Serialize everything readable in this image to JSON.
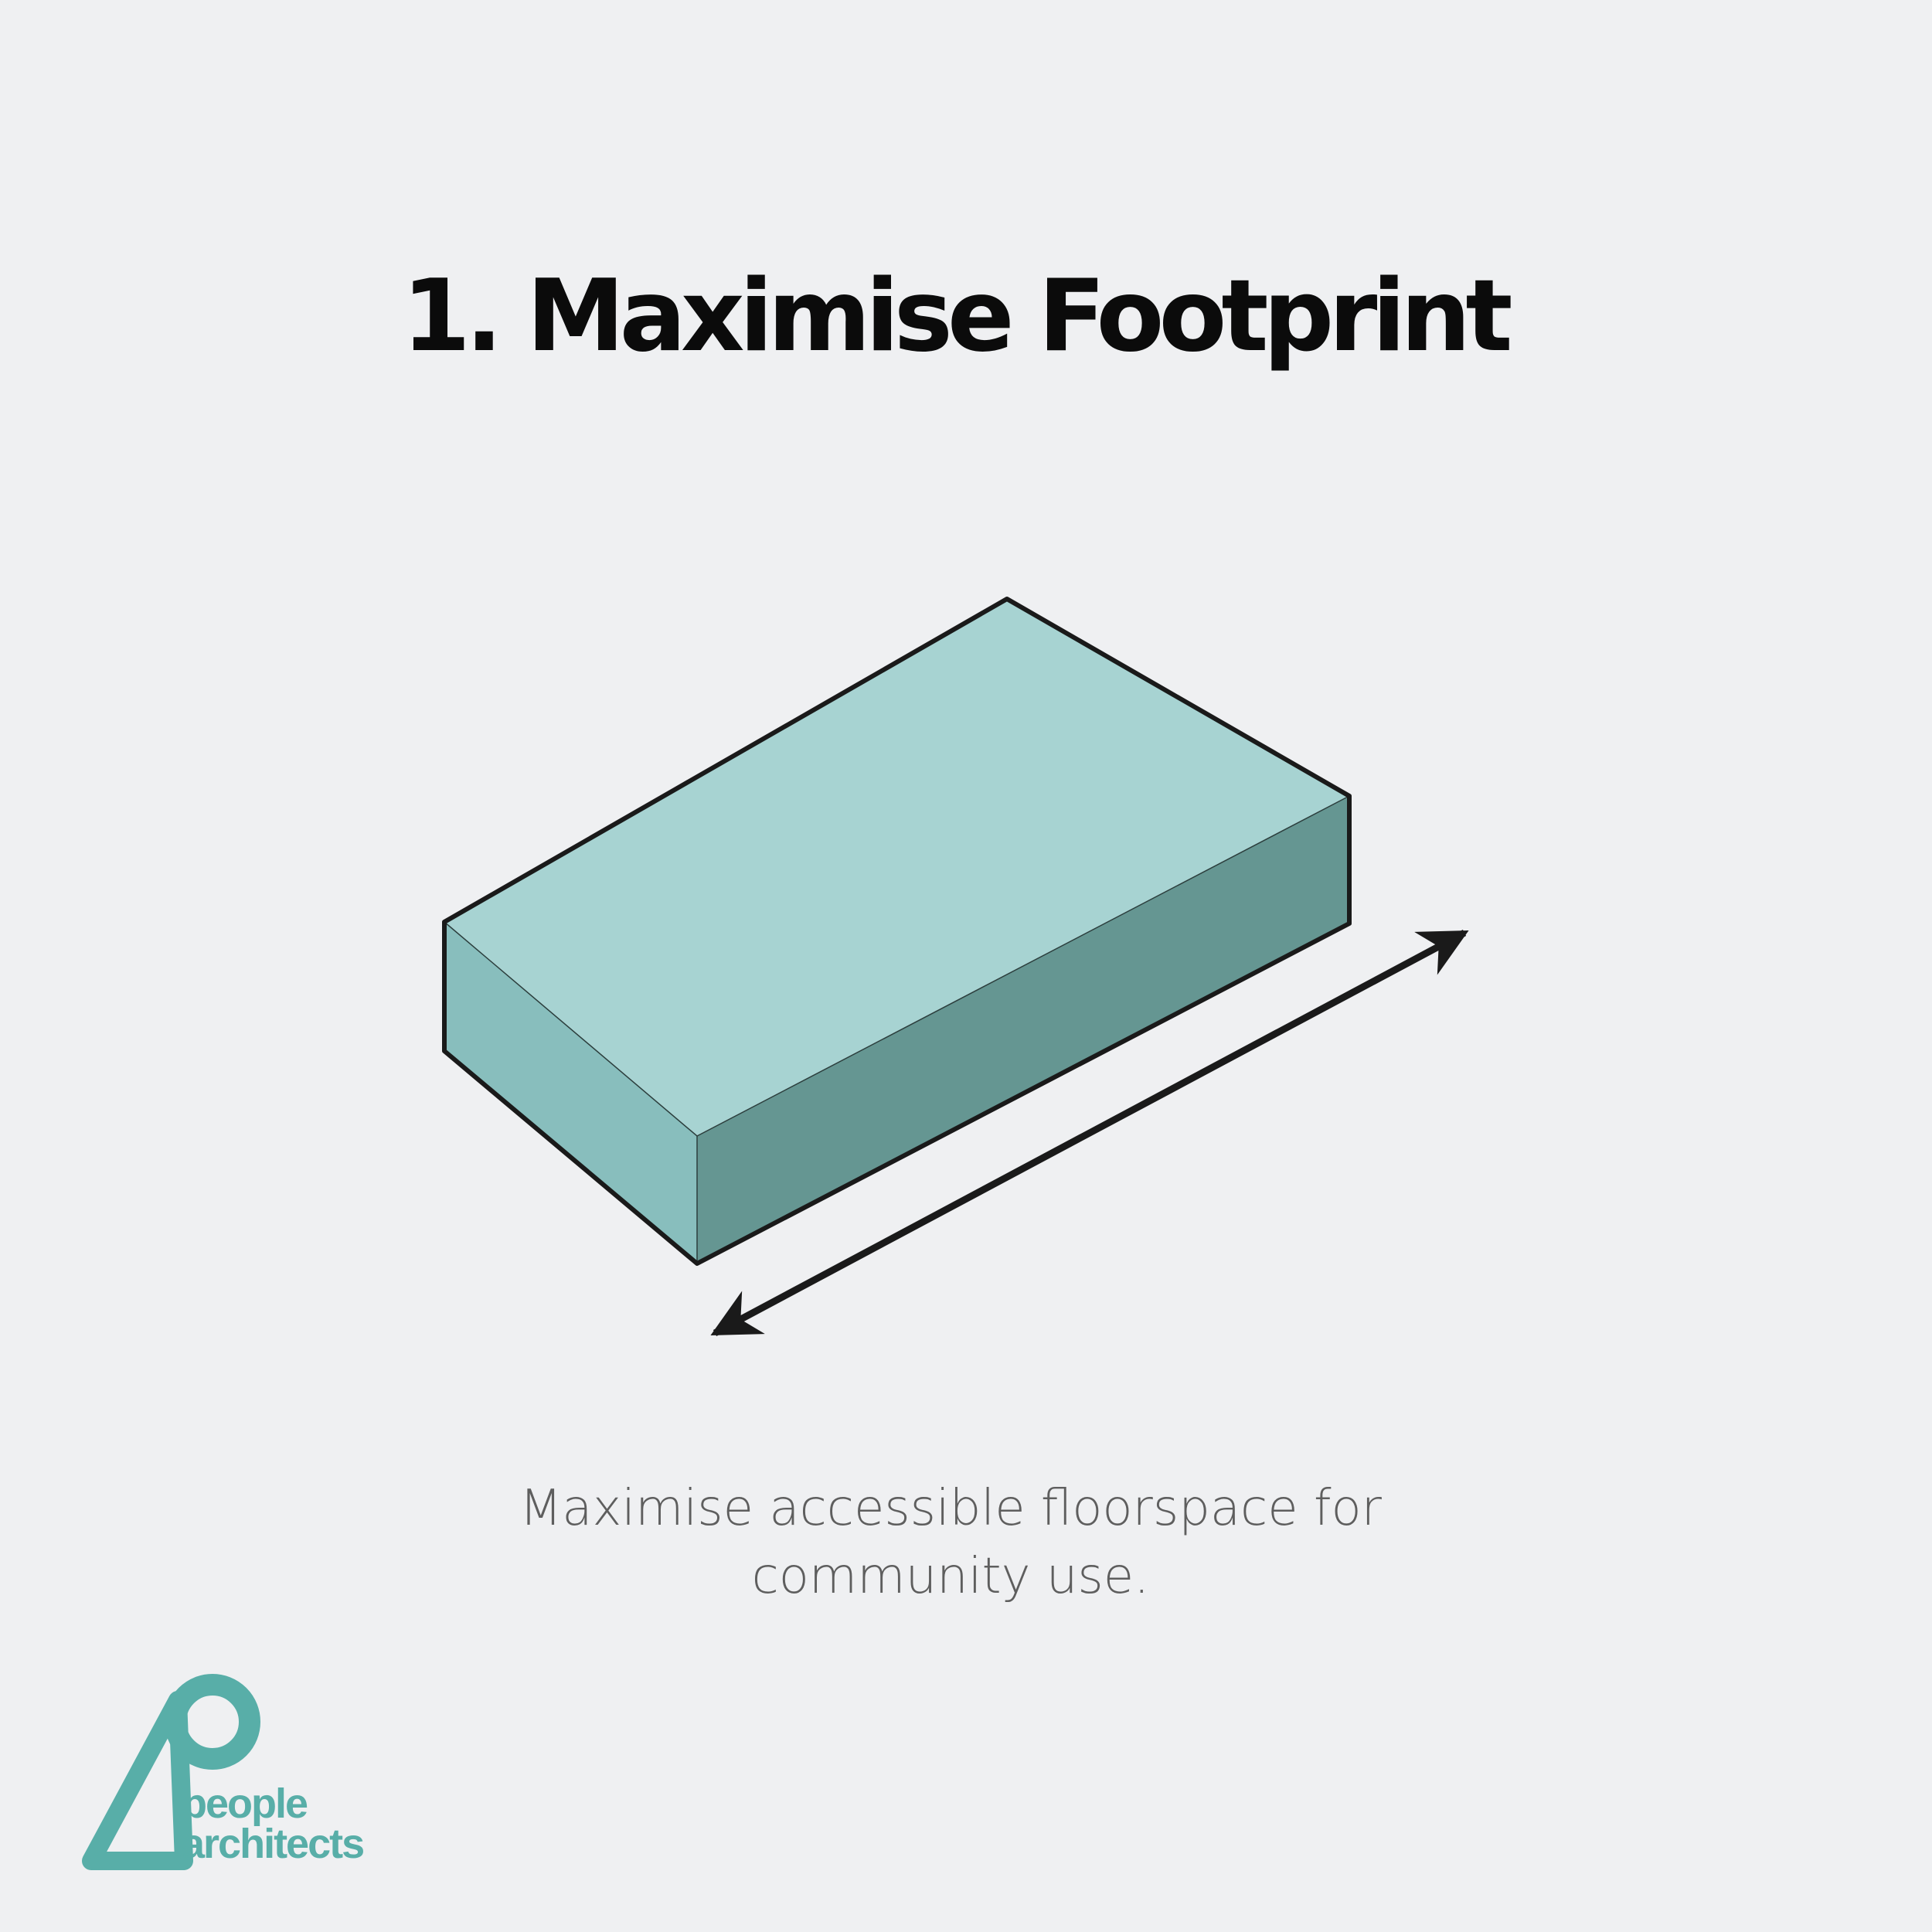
{
  "title": "1. Maximise Footprint",
  "diagram": {
    "box_top_color": "#a7d3d2",
    "box_front_color": "#88bebd",
    "box_side_color": "#659692",
    "outline_color": "#1a1a1a"
  },
  "caption": {
    "line1": "Maximise accessible floorspace for",
    "line2": "community use."
  },
  "logo": {
    "line1": "people",
    "line2": "architects",
    "color": "#58aea8"
  }
}
